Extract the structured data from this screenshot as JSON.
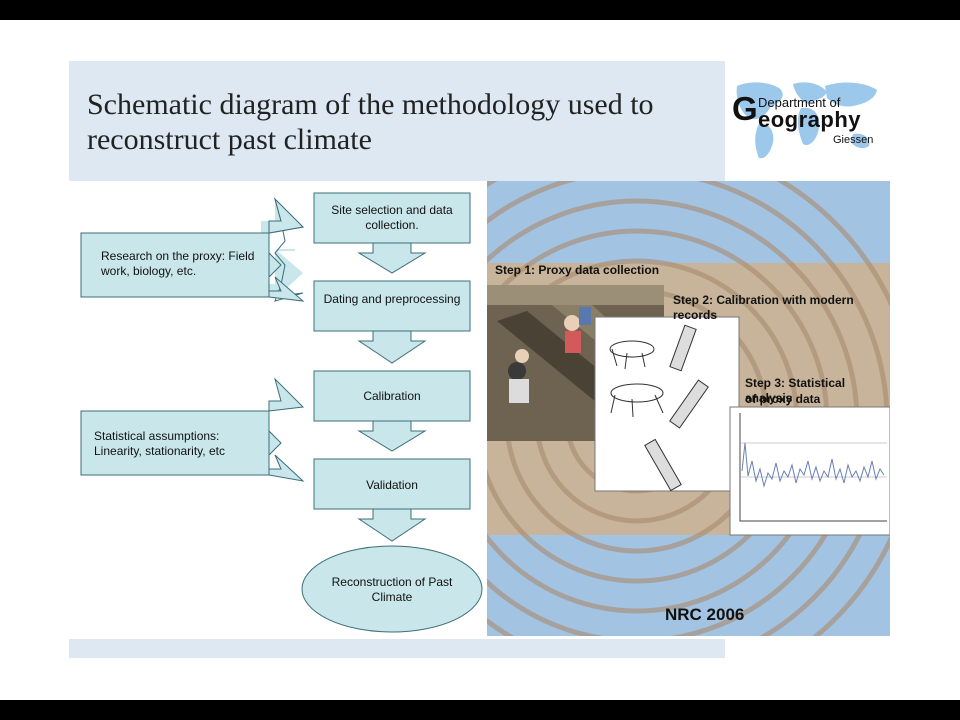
{
  "title": "Schematic diagram of the methodology used to reconstruct past climate",
  "logo": {
    "initial": "G",
    "line1": "Department of",
    "line2": "eography",
    "line3": "Giessen"
  },
  "diagram": {
    "inputs": [
      {
        "text": "Research on the proxy: Field work, biology, etc."
      },
      {
        "text": "Statistical assumptions: Linearity, stationarity, etc"
      }
    ],
    "steps": [
      {
        "text": "Site selection and data collection."
      },
      {
        "text": "Dating and preprocessing"
      },
      {
        "text": "Calibration"
      },
      {
        "text": "Validation"
      }
    ],
    "result": "Reconstruction of Past Climate",
    "colors": {
      "box_fill": "#c9e6ea",
      "box_stroke": "#3c6e7a"
    }
  },
  "figure": {
    "step1": "Step 1: Proxy data collection",
    "step2": "Step 2: Calibration with modern records",
    "step3_line1": "Step 3: Statistical analysis",
    "step3_line2": "of proxy data",
    "citation": "NRC 2006"
  }
}
